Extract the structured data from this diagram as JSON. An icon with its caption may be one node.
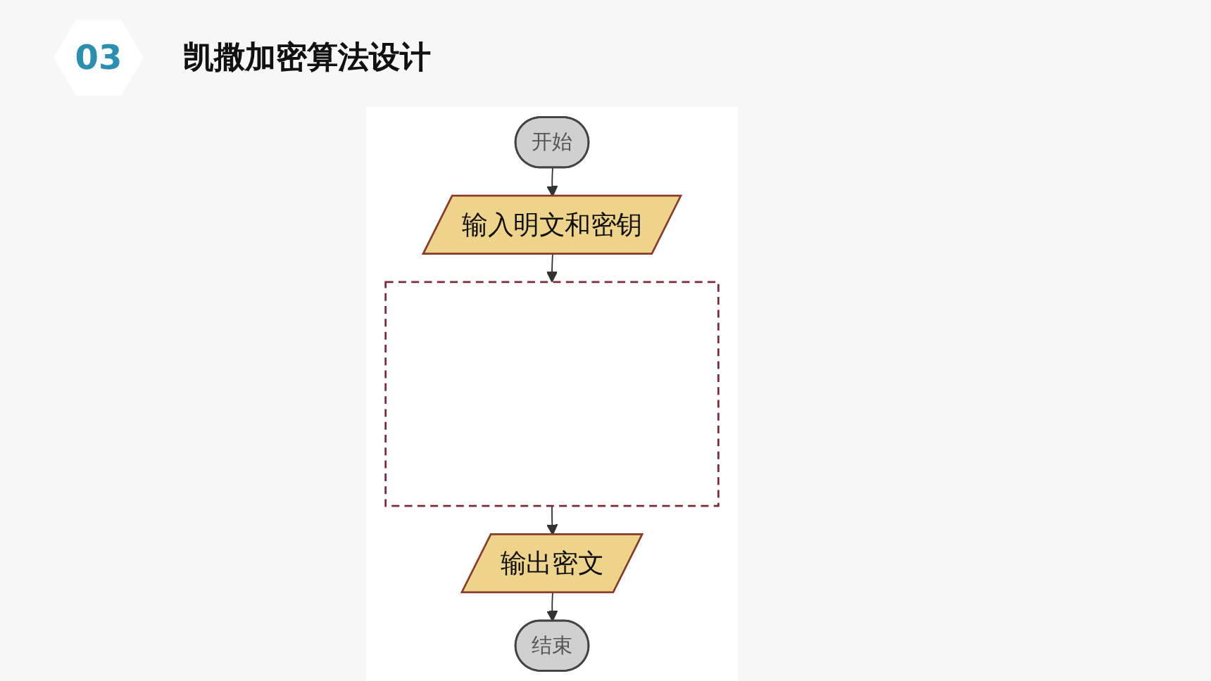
{
  "diagram": {
    "title": "凯撒加密算法设计",
    "nodes": [
      {
        "text": [
          "开始"
        ]
      },
      {
        "text": [
          "输入明文和密钥"
        ]
      },
      {
        "text": [],
        "shape": "box"
      },
      {
        "text": [
          "输出密文"
        ]
      },
      {
        "text": [
          "结束"
        ]
      }
    ],
    "edges": [
      {
        "from": 0,
        "to": 1,
        "arrow": "to"
      },
      {
        "from": 1,
        "to": 2,
        "arrow": "to"
      },
      {
        "from": 2,
        "to": 3,
        "arrow": "to"
      },
      {
        "from": 3,
        "to": 4,
        "arrow": "to"
      }
    ],
    "labels": [
      "03"
    ]
  }
}
